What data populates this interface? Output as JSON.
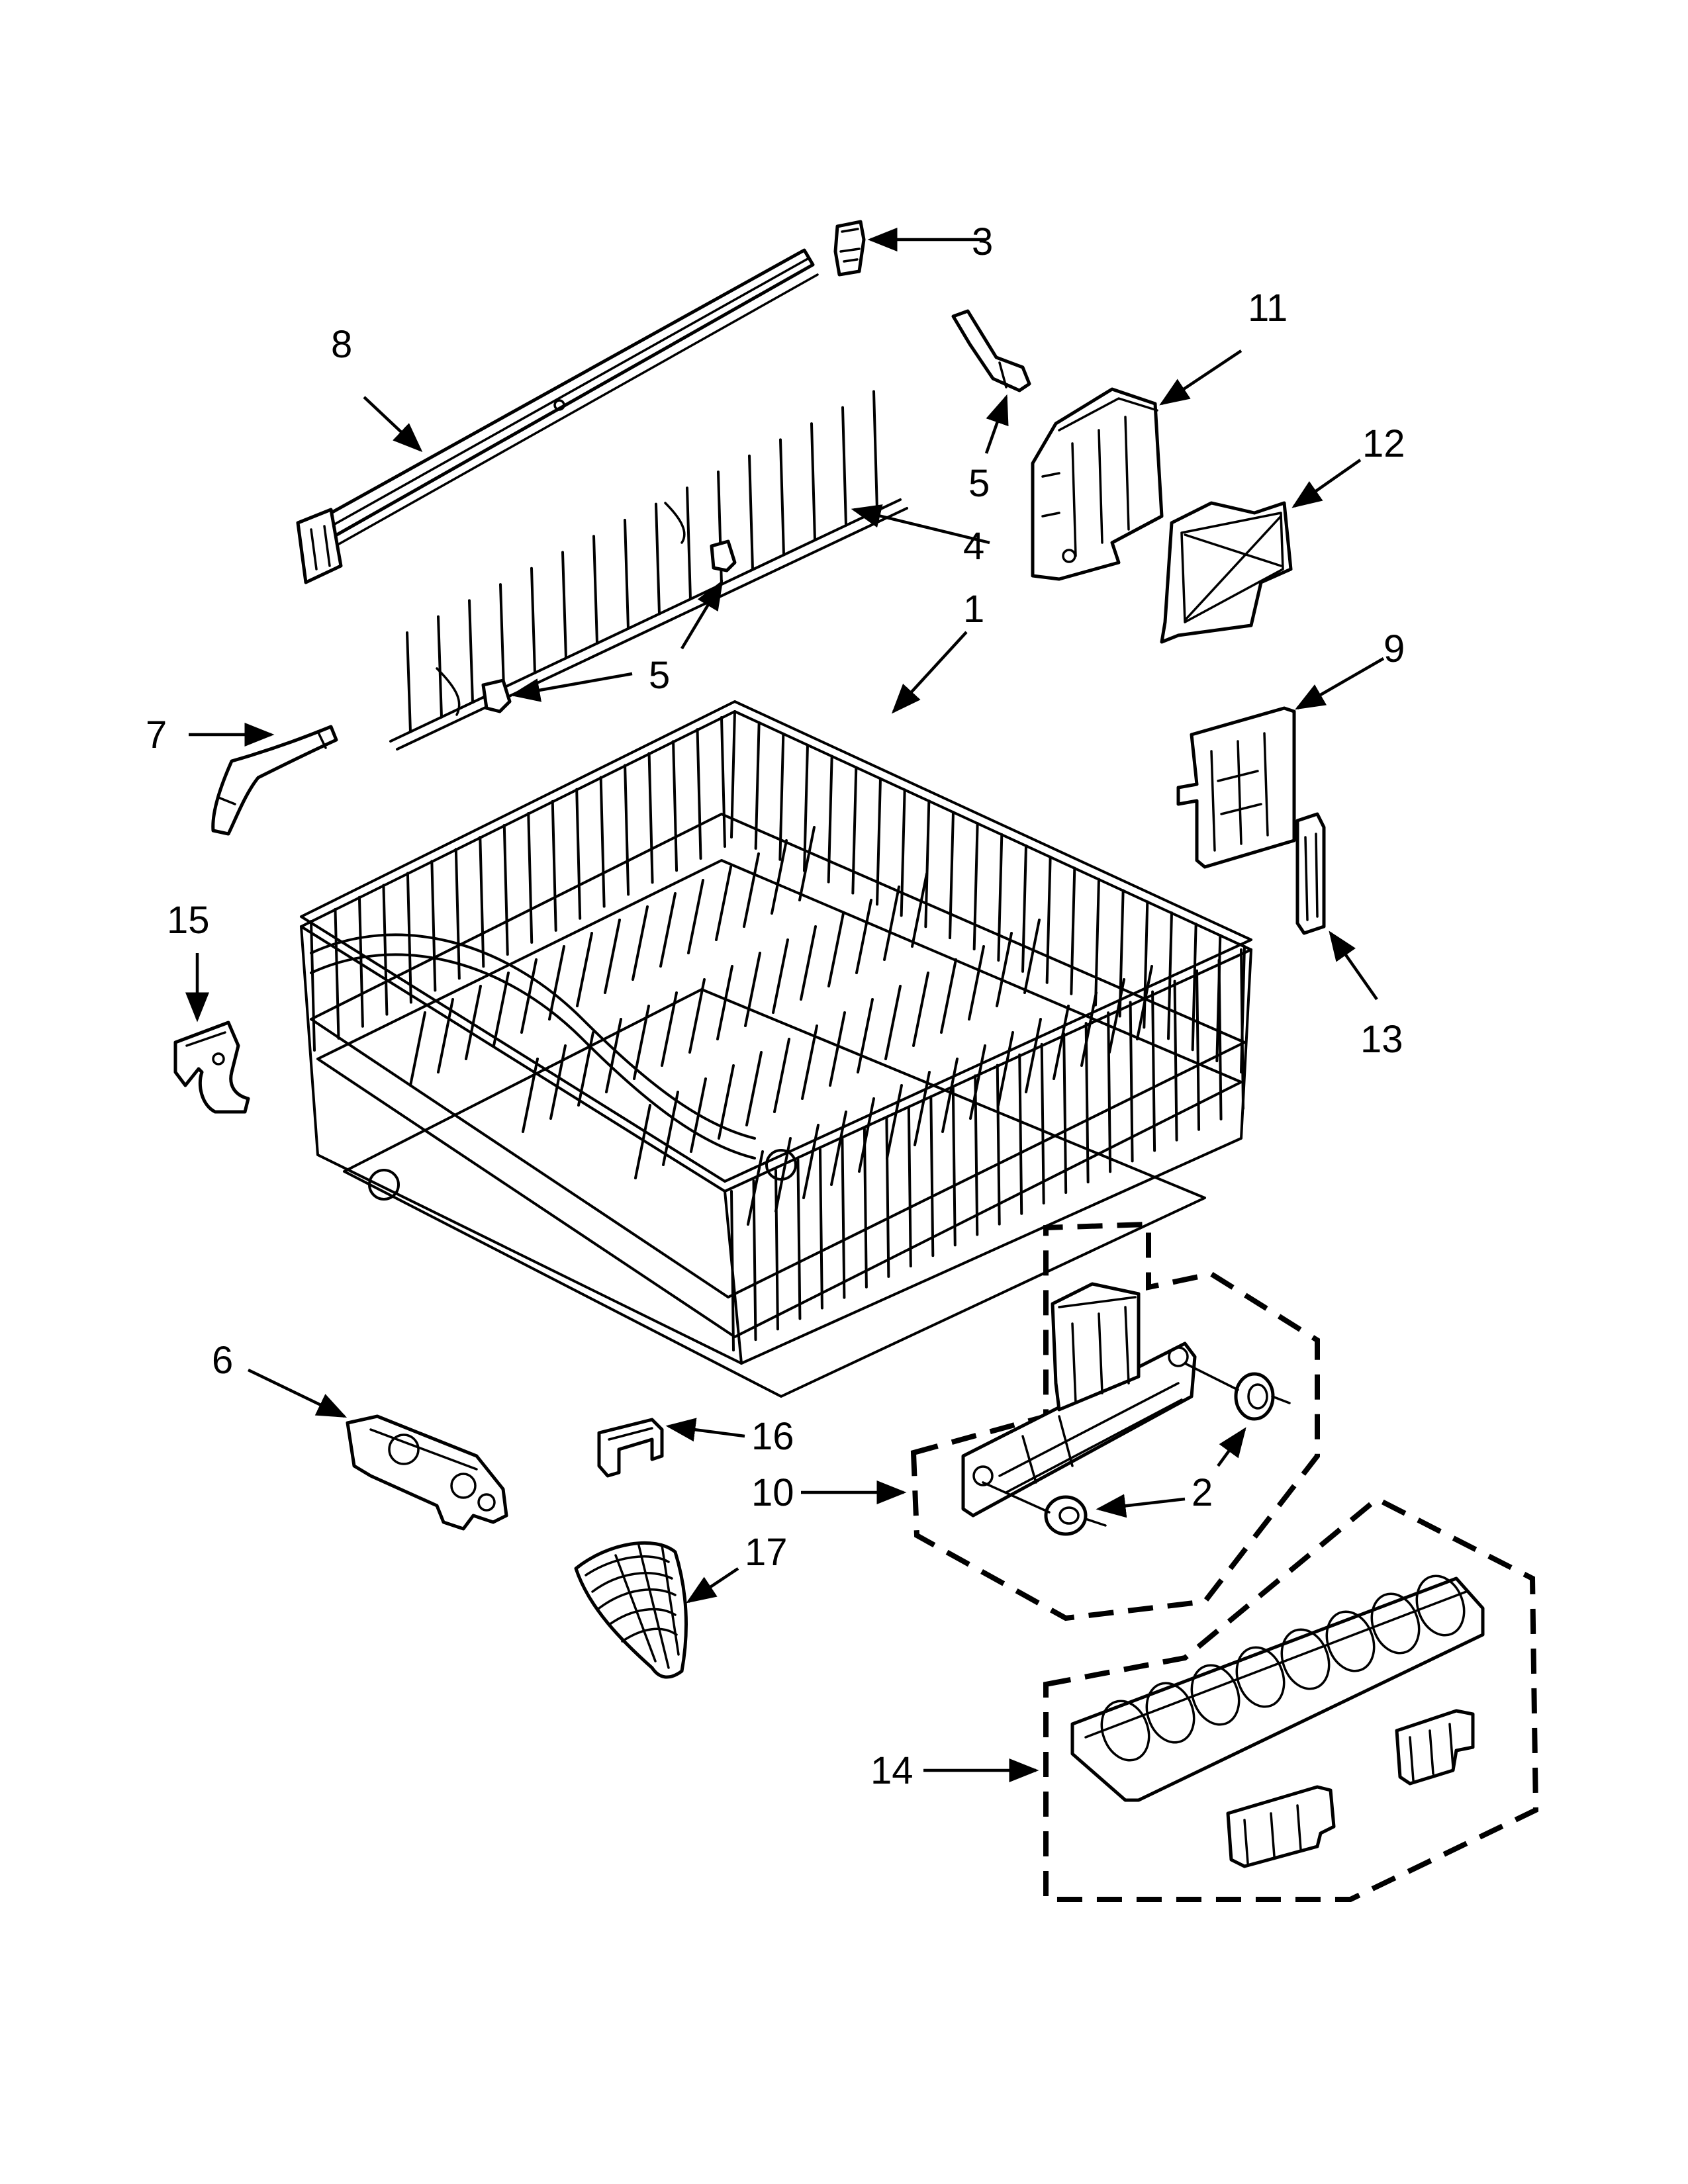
{
  "callouts": [
    {
      "id": "c3",
      "label": "3"
    },
    {
      "id": "c8",
      "label": "8"
    },
    {
      "id": "c11",
      "label": "11"
    },
    {
      "id": "c5a",
      "label": "5"
    },
    {
      "id": "c12",
      "label": "12"
    },
    {
      "id": "c4",
      "label": "4"
    },
    {
      "id": "c1",
      "label": "1"
    },
    {
      "id": "c5b",
      "label": "5"
    },
    {
      "id": "c7",
      "label": "7"
    },
    {
      "id": "c9",
      "label": "9"
    },
    {
      "id": "c15",
      "label": "15"
    },
    {
      "id": "c13",
      "label": "13"
    },
    {
      "id": "c6",
      "label": "6"
    },
    {
      "id": "c16",
      "label": "16"
    },
    {
      "id": "c10",
      "label": "10"
    },
    {
      "id": "c2",
      "label": "2"
    },
    {
      "id": "c17",
      "label": "17"
    },
    {
      "id": "c14",
      "label": "14"
    }
  ]
}
